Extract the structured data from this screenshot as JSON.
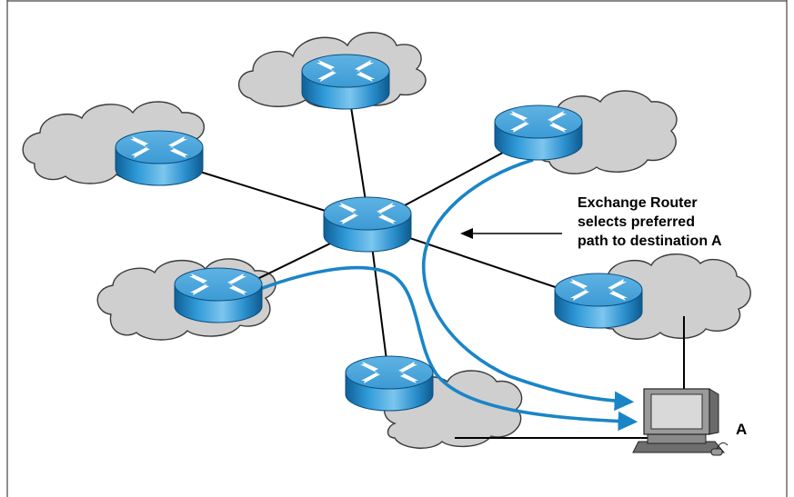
{
  "annotation": {
    "lines": [
      "Exchange Router",
      "selects preferred",
      "path to destination A"
    ]
  },
  "destination": {
    "label": "A"
  },
  "colors": {
    "preferred_path": "#1a85c6",
    "router_body": "#2a95d2",
    "cloud": "#cfcfcf",
    "link": "#000000"
  },
  "icons": [
    "router-icon",
    "cloud-icon",
    "workstation-icon",
    "arrow-icon"
  ]
}
